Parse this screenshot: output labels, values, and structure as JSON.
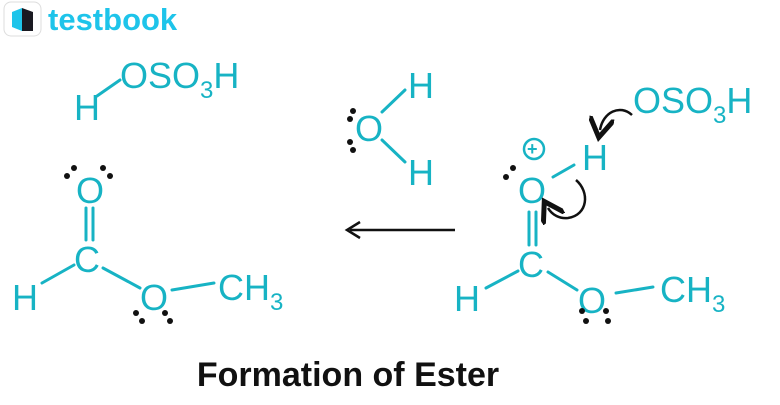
{
  "logo": {
    "text": "testbook"
  },
  "colors": {
    "chem": "#17b3c4",
    "logo": "#1ec4ea",
    "ink": "#111111"
  },
  "acid_left": {
    "h": "H",
    "group": "OSO",
    "sub": "3",
    "tail": "H"
  },
  "water": {
    "o": "O",
    "h1": "H",
    "h2": "H"
  },
  "product": {
    "o_carbonyl": "O",
    "c": "C",
    "h": "H",
    "o_ester": "O",
    "ch": "CH",
    "ch_sub": "3"
  },
  "reactant": {
    "charge": "+",
    "h_on_o": "H",
    "o_carbonyl": "O",
    "c": "C",
    "h": "H",
    "o_ester": "O",
    "ch": "CH",
    "ch_sub": "3"
  },
  "acid_right": {
    "group": "OSO",
    "sub": "3",
    "tail": "H"
  },
  "caption": "Formation of Ester"
}
